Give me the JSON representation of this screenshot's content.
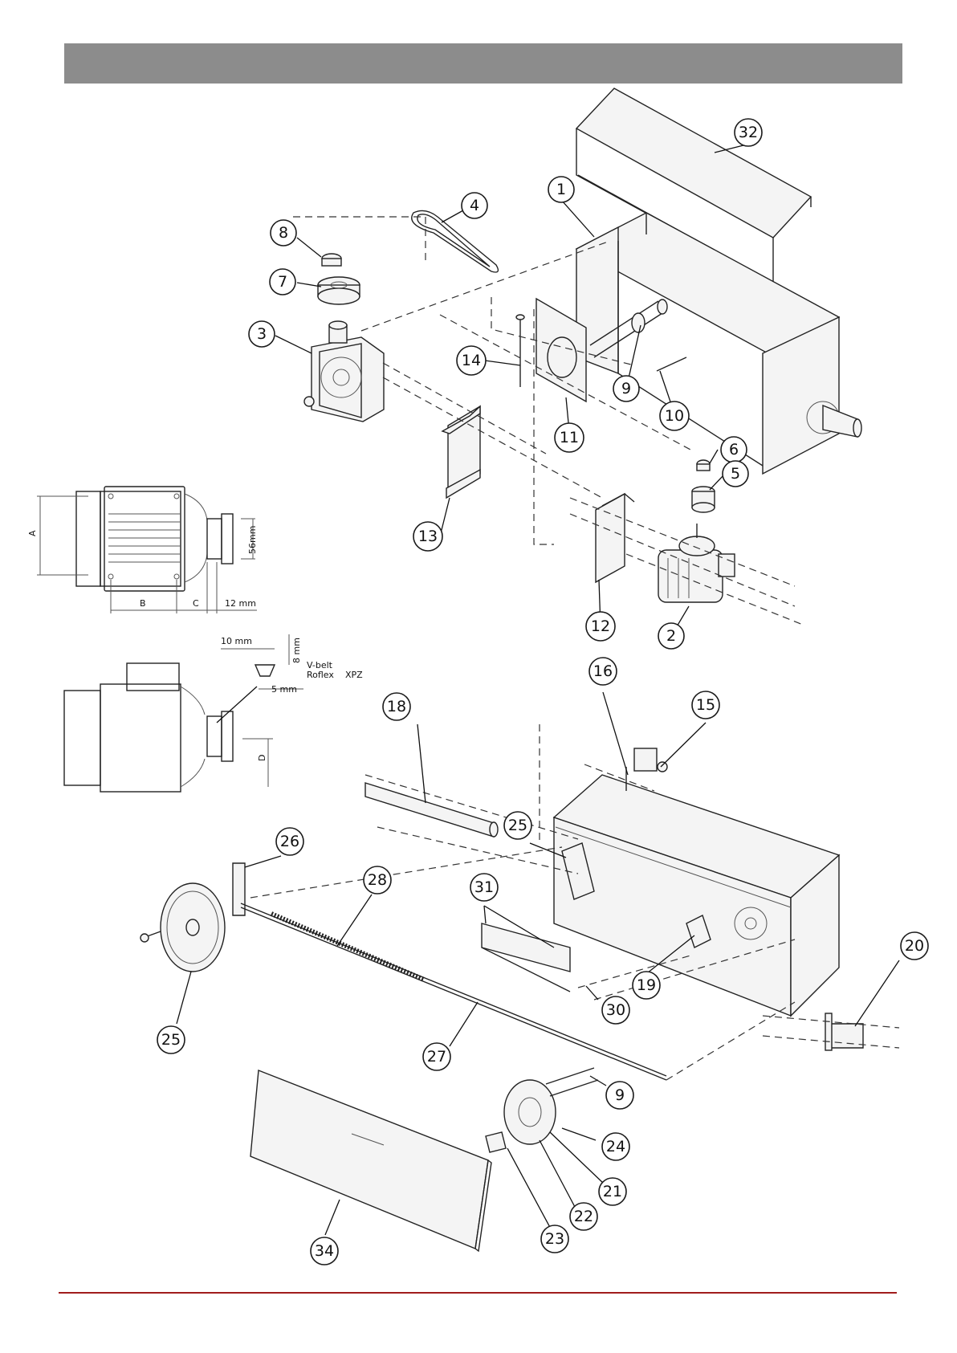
{
  "header": {
    "color": "#8c8c8c"
  },
  "footer": {
    "color": "#a01c1c"
  },
  "motor_dimension_figure": {
    "labels": {
      "a": "A",
      "b": "B",
      "c": "C",
      "d": "D",
      "shaft_length": "12 mm",
      "pulley_width": "56mm"
    }
  },
  "belt_profile_figure": {
    "labels": {
      "top_width": "10 mm",
      "height": "8 mm",
      "bottom_width": "5 mm",
      "belt_type": "V-belt",
      "belt_name": "Roflex",
      "belt_code": "XPZ"
    }
  },
  "upper_assembly": {
    "callouts": {
      "p1": "1",
      "p2": "2",
      "p3": "3",
      "p4": "4",
      "p5": "5",
      "p6": "6",
      "p7": "7",
      "p8": "8",
      "p9": "9",
      "p10": "10",
      "p11": "11",
      "p12": "12",
      "p13": "13",
      "p14": "14",
      "p32": "32"
    }
  },
  "lower_assembly": {
    "callouts": {
      "p15": "15",
      "p16": "16",
      "p18": "18",
      "p19": "19",
      "p20": "20",
      "p21": "21",
      "p22": "22",
      "p23": "23",
      "p24": "24",
      "p25a": "25",
      "p25b": "25",
      "p26": "26",
      "p27": "27",
      "p28": "28",
      "p30": "30",
      "p31": "31",
      "p9b": "9",
      "p34": "34"
    }
  }
}
